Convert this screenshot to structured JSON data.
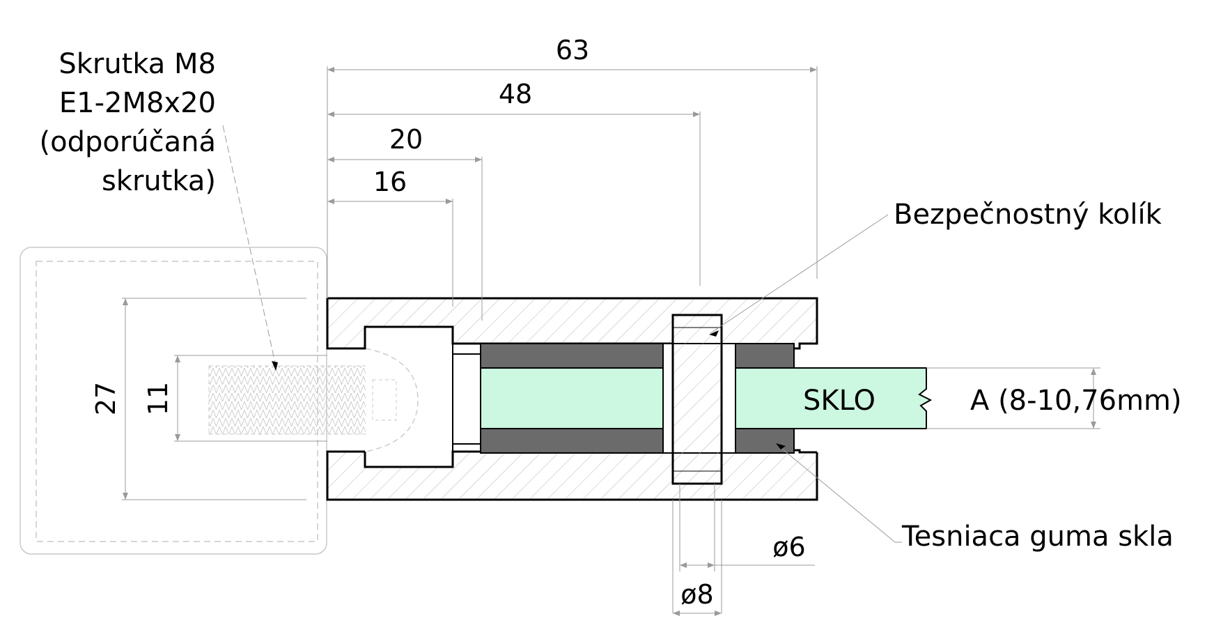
{
  "labels": {
    "screw_line1": "Skrutka M8",
    "screw_line2": "E1-2M8x20",
    "screw_line3": "(odporúčaná",
    "screw_line4": "skrutka)",
    "pin": "Bezpečnostný kolík",
    "rubber": "Tesniaca guma skla",
    "glass": "SKLO",
    "glass_thickness": "A (8-10,76mm)"
  },
  "dimensions": {
    "d63": "63",
    "d48": "48",
    "d20": "20",
    "d16": "16",
    "d27": "27",
    "d11": "11",
    "phi6": "ø6",
    "phi8": "ø8"
  },
  "colors": {
    "glass": "#ccf7e0",
    "rubber": "#6b6b6b",
    "outline": "#000000",
    "dimension_line": "#9a9a9a"
  }
}
